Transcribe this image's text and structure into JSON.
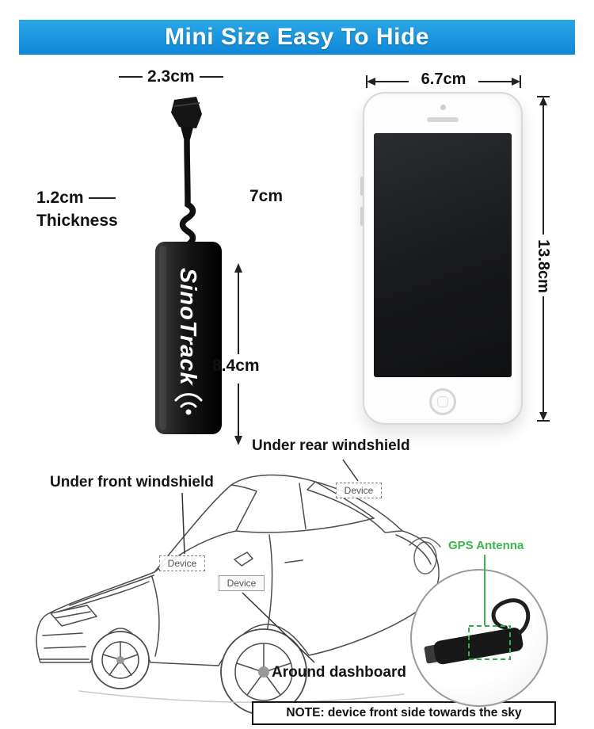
{
  "banner": {
    "title": "Mini Size Easy To Hide"
  },
  "tracker": {
    "brand": "SinoTrack",
    "width": "2.3cm",
    "thickness": "1.2cm",
    "thickness_label": "Thickness",
    "cable_length": "7cm",
    "body_length": "8.4cm"
  },
  "phone": {
    "width": "6.7cm",
    "height": "13.8cm"
  },
  "installation": {
    "rear_label": "Under rear windshield",
    "front_label": "Under front windshield",
    "device_tag": "Device",
    "dashboard_label": "Around dashboard",
    "antenna_label": "GPS Antenna",
    "note": "NOTE: device front side towards the sky"
  },
  "colors": {
    "banner_blue": "#1598dd",
    "antenna_green": "#3cb54a",
    "device_black": "#151515"
  }
}
